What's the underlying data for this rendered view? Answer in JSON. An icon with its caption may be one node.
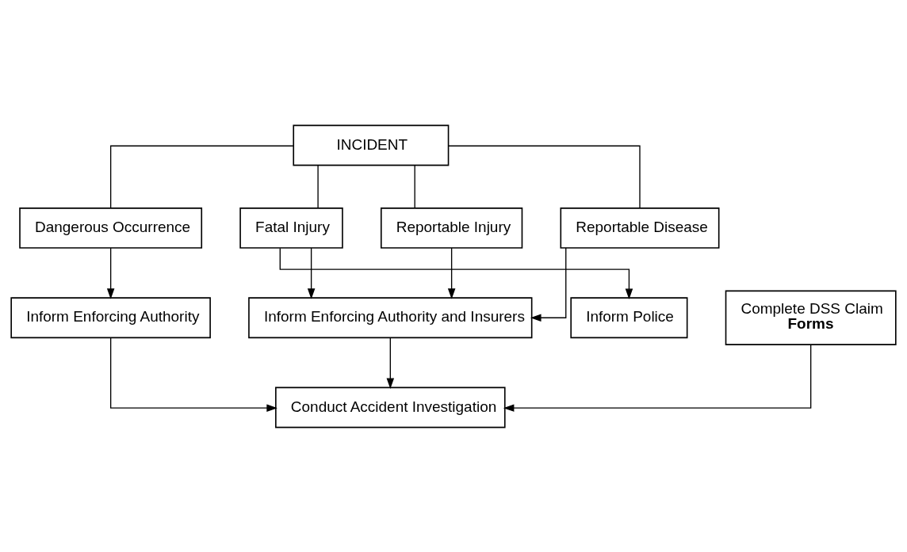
{
  "diagram": {
    "nodes": [
      {
        "text": [
          "INCIDENT"
        ]
      },
      {
        "text": [
          "Dangerous Occurrence"
        ]
      },
      {
        "text": [
          "Fatal Injury"
        ]
      },
      {
        "text": [
          "Reportable Injury"
        ]
      },
      {
        "text": [
          "Reportable Disease"
        ]
      },
      {
        "text": [
          "Inform Enforcing Authority"
        ]
      },
      {
        "text": [
          "Inform Enforcing Authority and Insurers"
        ]
      },
      {
        "text": [
          "Inform Police"
        ]
      },
      {
        "text": [
          "Complete DSS Claim **Forms**"
        ]
      },
      {
        "text": [
          "Conduct Accident Investigation"
        ]
      }
    ],
    "edges": [
      {
        "from": 0,
        "to": 1,
        "arrow": "none"
      },
      {
        "from": 0,
        "to": 2,
        "arrow": "none"
      },
      {
        "from": 0,
        "to": 3,
        "arrow": "none"
      },
      {
        "from": 0,
        "to": 4,
        "arrow": "none"
      },
      {
        "from": 1,
        "to": 5,
        "arrow": "to"
      },
      {
        "from": 2,
        "to": 6,
        "arrow": "to"
      },
      {
        "from": 2,
        "to": 7,
        "arrow": "to"
      },
      {
        "from": 3,
        "to": 6,
        "arrow": "to"
      },
      {
        "from": 4,
        "to": 6,
        "arrow": "to"
      },
      {
        "from": 5,
        "to": 9,
        "arrow": "to"
      },
      {
        "from": 6,
        "to": 9,
        "arrow": "to"
      },
      {
        "from": 8,
        "to": 9,
        "arrow": "to"
      }
    ]
  }
}
